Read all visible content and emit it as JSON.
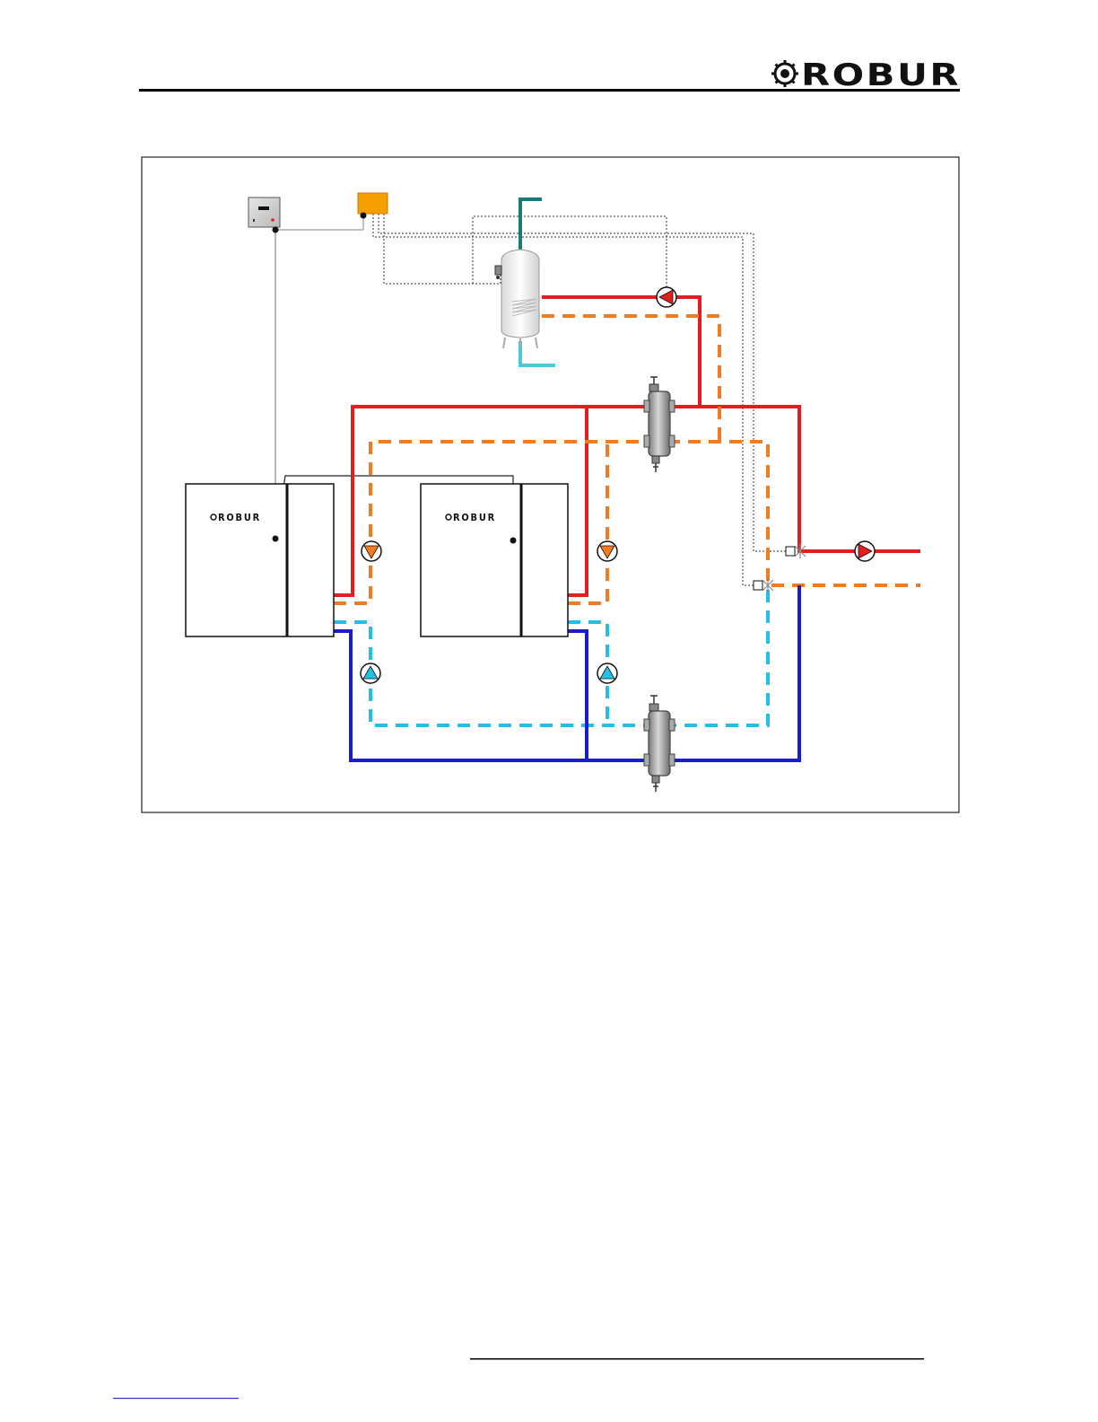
{
  "header": {
    "brand": "ROBUR"
  },
  "diagram": {
    "units": [
      {
        "brand": "ROBUR"
      },
      {
        "brand": "ROBUR"
      }
    ]
  },
  "colors": {
    "hot_flow": "#e31e1e",
    "hot_return_dashed": "#f07b20",
    "cold_flow": "#1a1ad0",
    "cold_return_dashed": "#22c0e8",
    "dhw_hot": "#1a7a78",
    "dhw_cold": "#4cc8d8",
    "controller_box": "#f5a000",
    "pump_red": "#e31e1e",
    "pump_orange": "#f07b20",
    "pump_cyan": "#22c0e8"
  },
  "icons": [
    "robur-logo-icon",
    "thermostat-panel-icon",
    "controller-box-icon",
    "dhw-tank-icon",
    "circulation-pump-icon",
    "hydraulic-separator-icon",
    "three-way-valve-icon"
  ]
}
